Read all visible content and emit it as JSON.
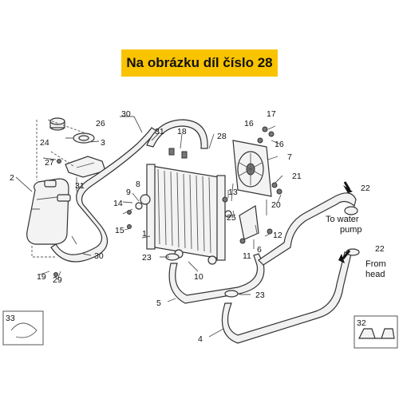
{
  "banner": {
    "title": "Na obrázku díl číslo 28"
  },
  "notes": {
    "to_water_pump_line1": "To water",
    "to_water_pump_line2": "pump",
    "from_head_line1": "From",
    "from_head_line2": "head"
  },
  "labels": {
    "l1": "1",
    "l2": "2",
    "l3": "3",
    "l4": "4",
    "l5": "5",
    "l6": "6",
    "l7": "7",
    "l8": "8",
    "l9": "9",
    "l10": "10",
    "l11": "11",
    "l12": "12",
    "l13": "13",
    "l14": "14",
    "l15": "15",
    "l16a": "16",
    "l16b": "16",
    "l17": "17",
    "l18": "18",
    "l19": "19",
    "l20": "20",
    "l21": "21",
    "l22a": "22",
    "l22b": "22",
    "l23a": "23",
    "l23b": "23",
    "l24": "24",
    "l25": "25",
    "l26": "26",
    "l27": "27",
    "l28": "28",
    "l29": "29",
    "l30a": "30",
    "l30b": "30",
    "l31a": "31",
    "l31b": "31",
    "l32": "32",
    "l33": "33"
  }
}
